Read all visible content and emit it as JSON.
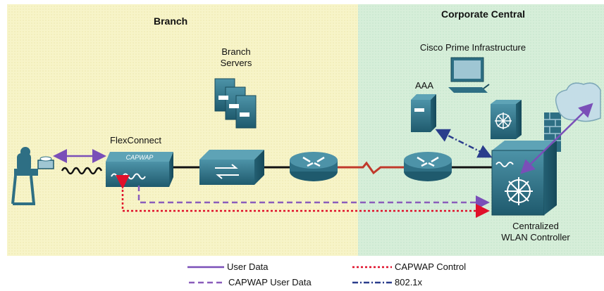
{
  "zones": {
    "branch": {
      "title": "Branch"
    },
    "corporate": {
      "title": "Corporate Central"
    }
  },
  "devices": {
    "branch_servers": "Branch\nServers",
    "flexconnect": "FlexConnect",
    "flexconnect_badge": "CAPWAP",
    "cisco_prime": "Cisco Prime Infrastructure",
    "aaa": "AAA",
    "wlc": "Centralized\nWLAN Controller"
  },
  "legend": {
    "user_data": "User Data",
    "capwap_control": "CAPWAP Control",
    "capwap_user_data": "CAPWAP User Data",
    "dot1x": "802.1x"
  },
  "colors": {
    "branch_bg": "#f6f3c4",
    "corporate_bg": "#d4ecd8",
    "device_teal": "#2e6f84",
    "user_data": "#7a4fb8",
    "capwap_control": "#e0102a",
    "capwap_user_data": "#8a5dbb",
    "dot1x": "#2a3d8c"
  },
  "icons": [
    "wireless-user-icon",
    "access-point-icon",
    "switch-icon",
    "router-icon",
    "server-icon",
    "workstation-icon",
    "firewall-icon",
    "cloud-icon",
    "wlan-controller-icon"
  ]
}
